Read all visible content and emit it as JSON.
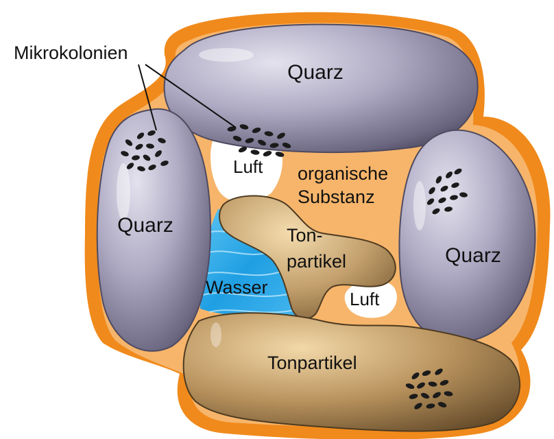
{
  "labels": {
    "mikrokolonien": "Mikrokolonien",
    "quarz_top": "Quarz",
    "quarz_left": "Quarz",
    "quarz_right": "Quarz",
    "luft_top": "Luft",
    "organische_1": "organische",
    "organische_2": "Substanz",
    "ton_1": "Ton-",
    "ton_2": "partikel",
    "wasser": "Wasser",
    "luft_small": "Luft",
    "tonpartikel_bottom": "Tonpartikel"
  },
  "colors": {
    "orange_outline": "#f08a1c",
    "organic_substance": "#f6b56b",
    "quartz": "#a9a6bd",
    "clay": "#b99869",
    "water": "#2ea6e6",
    "air": "#ffffff",
    "microcolony": "#1b1b1b"
  }
}
